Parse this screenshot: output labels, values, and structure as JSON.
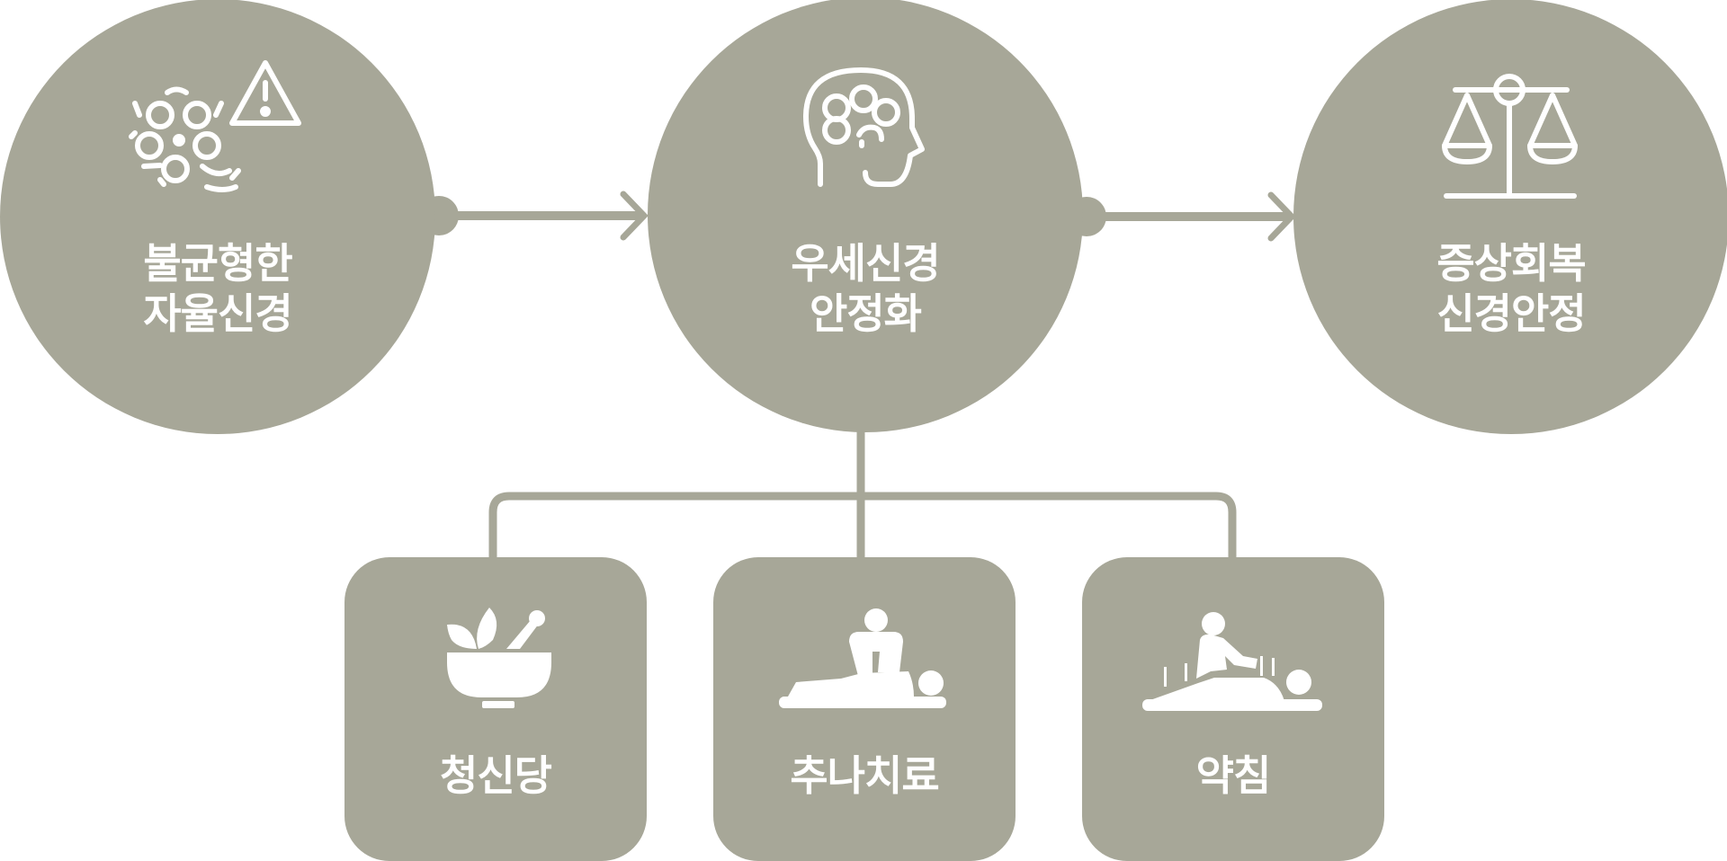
{
  "colors": {
    "fill": "#a7a798",
    "connector": "#a7a798",
    "text": "#ffffff"
  },
  "stages": [
    {
      "line1": "불균형한",
      "line2": "자율신경",
      "icon": "virus-warning-icon"
    },
    {
      "line1": "우세신경",
      "line2": "안정화",
      "icon": "brain-head-icon"
    },
    {
      "line1": "증상회복",
      "line2": "신경안정",
      "icon": "balance-scale-icon"
    }
  ],
  "treatments": [
    {
      "label": "청신당",
      "icon": "herbal-bowl-icon"
    },
    {
      "label": "추나치료",
      "icon": "chiropractic-icon"
    },
    {
      "label": "약침",
      "icon": "acupuncture-icon"
    }
  ]
}
